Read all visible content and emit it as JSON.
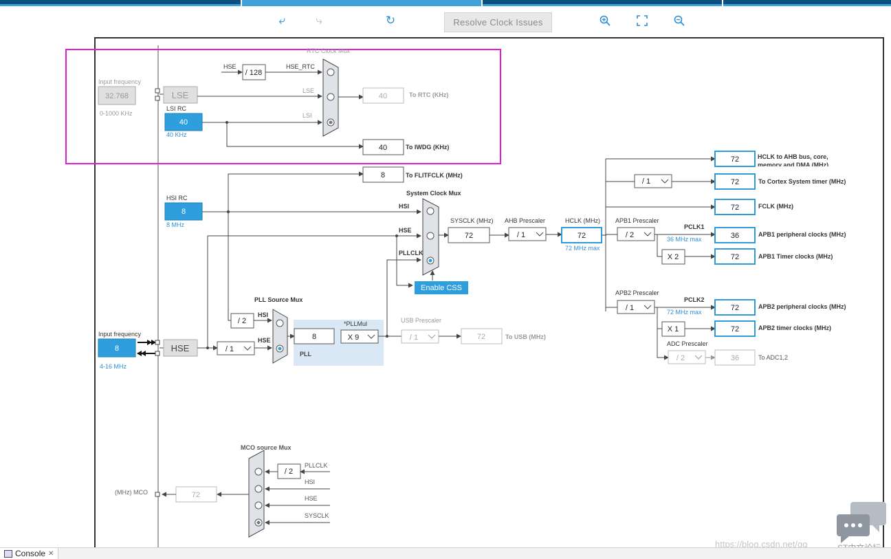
{
  "toolbar": {
    "resolve_label": "Resolve Clock Issues",
    "icons": [
      "undo-icon",
      "redo-icon",
      "refresh-icon",
      "zoom-in-icon",
      "fit-icon",
      "zoom-out-icon"
    ]
  },
  "colors": {
    "accent": "#2e9fdc",
    "highlight": "#e020d0",
    "topbar": "#0b4e80"
  },
  "rtc": {
    "mux_title": "RTC Clock Mux",
    "input_freq_label": "Input frequency",
    "input_freq_value": "32.768",
    "input_range": "0-1000 KHz",
    "lse": "LSE",
    "lsi_rc": "LSI RC",
    "lsi_value": "40",
    "lsi_khz": "40 KHz",
    "hse": "HSE",
    "div128": "/ 128",
    "hse_rtc": "HSE_RTC",
    "lse_in": "LSE",
    "lsi_in": "LSI",
    "to_rtc_value": "40",
    "to_rtc_label": "To RTC (KHz)",
    "to_iwdg_value": "40",
    "to_iwdg_label": "To IWDG (KHz)"
  },
  "flit": {
    "value": "8",
    "label": "To FLITFCLK (MHz)"
  },
  "hsi": {
    "label": "HSI RC",
    "value": "8",
    "mhz": "8 MHz"
  },
  "sysmux": {
    "title": "System Clock Mux",
    "hsi": "HSI",
    "hse": "HSE",
    "pllclk": "PLLCLK"
  },
  "sysclk": {
    "label": "SYSCLK (MHz)",
    "value": "72"
  },
  "ahb": {
    "label": "AHB Prescaler",
    "value": "/ 1"
  },
  "hclk": {
    "label": "HCLK (MHz)",
    "value": "72",
    "max": "72 MHz max"
  },
  "css": {
    "label": "Enable CSS"
  },
  "outputs": {
    "hclk_ahb": {
      "value": "72",
      "label": "HCLK to AHB bus, core, memory and DMA (MHz)"
    },
    "cortex_div": "/ 1",
    "cortex": {
      "value": "72",
      "label": "To Cortex System timer (MHz)"
    },
    "fclk": {
      "value": "72",
      "label": "FCLK (MHz)"
    },
    "apb1_label": "APB1 Prescaler",
    "apb1_div": "/ 2",
    "pclk1": "PCLK1",
    "pclk1_max": "36 MHz max",
    "apb1_periph": {
      "value": "36",
      "label": "APB1 peripheral clocks (MHz)"
    },
    "apb1_mult": "X 2",
    "apb1_timer": {
      "value": "72",
      "label": "APB1 Timer clocks (MHz)"
    },
    "apb2_label": "APB2 Prescaler",
    "apb2_div": "/ 1",
    "pclk2": "PCLK2",
    "pclk2_max": "72 MHz max",
    "apb2_periph": {
      "value": "72",
      "label": "APB2 peripheral clocks (MHz)"
    },
    "apb2_mult": "X 1",
    "apb2_timer": {
      "value": "72",
      "label": "APB2 timer clocks (MHz)"
    },
    "adc_label": "ADC Prescaler",
    "adc_div": "/ 2",
    "adc": {
      "value": "36",
      "label": "To ADC1,2"
    }
  },
  "pll": {
    "source_mux": "PLL Source Mux",
    "div2": "/ 2",
    "hsi": "HSI",
    "hse": "HSE",
    "value": "8",
    "mul_label": "*PLLMul",
    "mul_value": "X 9",
    "pll_label": "PLL"
  },
  "usb": {
    "label": "USB Prescaler",
    "div": "/ 1",
    "value": "72",
    "out_label": "To USB (MHz)"
  },
  "hse": {
    "input_freq_label": "Input frequency",
    "value": "8",
    "range": "4-16 MHz",
    "label": "HSE",
    "div": "/ 1"
  },
  "mco": {
    "title": "MCO source Mux",
    "div2": "/ 2",
    "pllclk": "PLLCLK",
    "hsi": "HSI",
    "hse": "HSE",
    "sysclk": "SYSCLK",
    "value": "72",
    "label": "(MHz) MCO"
  },
  "console": {
    "tab": "Console"
  },
  "watermark": "https://blog.csdn.net/qq",
  "st_text": "ST中文论坛"
}
